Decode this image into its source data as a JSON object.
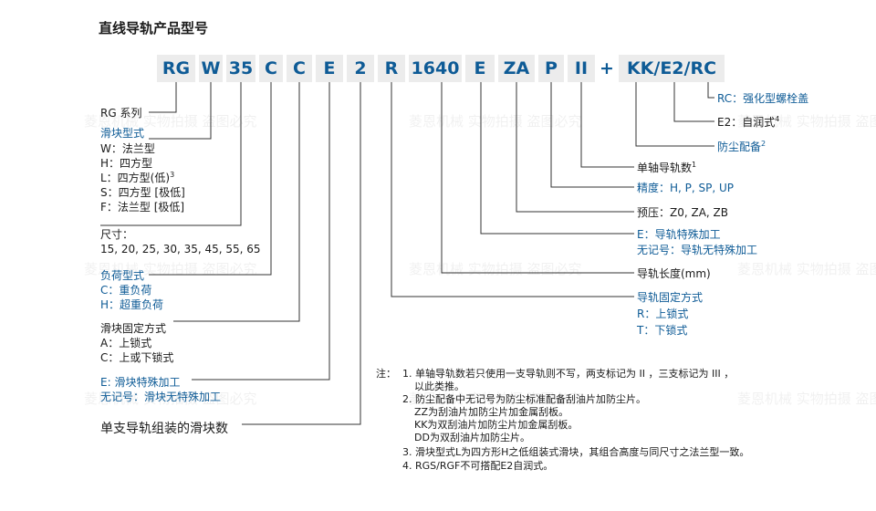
{
  "title": "直线导轨产品型号",
  "watermark": "菱恩机械 实物拍摄 盗图必究",
  "code_parts": [
    "RG",
    "W",
    "35",
    "C",
    "C",
    "E",
    "2",
    "R",
    "1640",
    "E",
    "ZA",
    "P",
    "II",
    "+",
    "KK/E2/RC"
  ],
  "left": {
    "series": "RG 系列",
    "block_type": {
      "heading": "滑块型式",
      "items": [
        "W：法兰型",
        "H：四方型",
        "L：四方型(低)",
        "S：四方型 [极低]",
        "F：法兰型 [极低]"
      ],
      "note_ref": "3"
    },
    "size": {
      "heading": "尺寸：",
      "values": "15, 20, 25, 30, 35, 45, 55, 65"
    },
    "load": {
      "heading": "负荷型式",
      "items": [
        "C：重负荷",
        "H：超重负荷"
      ]
    },
    "mount": {
      "heading": "滑块固定方式",
      "items": [
        "A：上锁式",
        "C：上或下锁式"
      ]
    },
    "special": {
      "line1": "E: 滑块特殊加工",
      "line2": "无记号：滑块无特殊加工"
    },
    "count": "单支导轨组装的滑块数"
  },
  "right": {
    "rc": "RC：强化型螺栓盖",
    "e2": "E2：自润式",
    "e2_ref": "4",
    "dust": "防尘配备",
    "dust_ref": "2",
    "rails": "单轴导轨数",
    "rails_ref": "1",
    "precision": "精度：H, P, SP, UP",
    "preload": "预压：Z0, ZA, ZB",
    "rail_special_1": "E：导轨特殊加工",
    "rail_special_2": "无记号：导轨无特殊加工",
    "length": "导轨长度(mm)",
    "rail_mount": {
      "heading": "导轨固定方式",
      "items": [
        "R：上锁式",
        "T：下锁式"
      ]
    }
  },
  "notes": {
    "label": "注：",
    "lines": [
      "1. 单轴导轨数若只使用一支导轨则不写，两支标记为 II ，三支标记为 III ，",
      "以此类推。",
      "2. 防尘配备中无记号为防尘标准配备刮油片加防尘片。",
      "ZZ为刮油片加防尘片加金属刮板。",
      "KK为双刮油片加防尘片加金属刮板。",
      "DD为双刮油片加防尘片。",
      "3. 滑块型式L为四方形H之低组装式滑块，其组合高度与同尺寸之法兰型一致。",
      "4. RGS/RGF不可搭配E2自润式。"
    ]
  },
  "colors": {
    "accent": "#0e5b96",
    "box": "#ececec",
    "line": "#333333"
  }
}
